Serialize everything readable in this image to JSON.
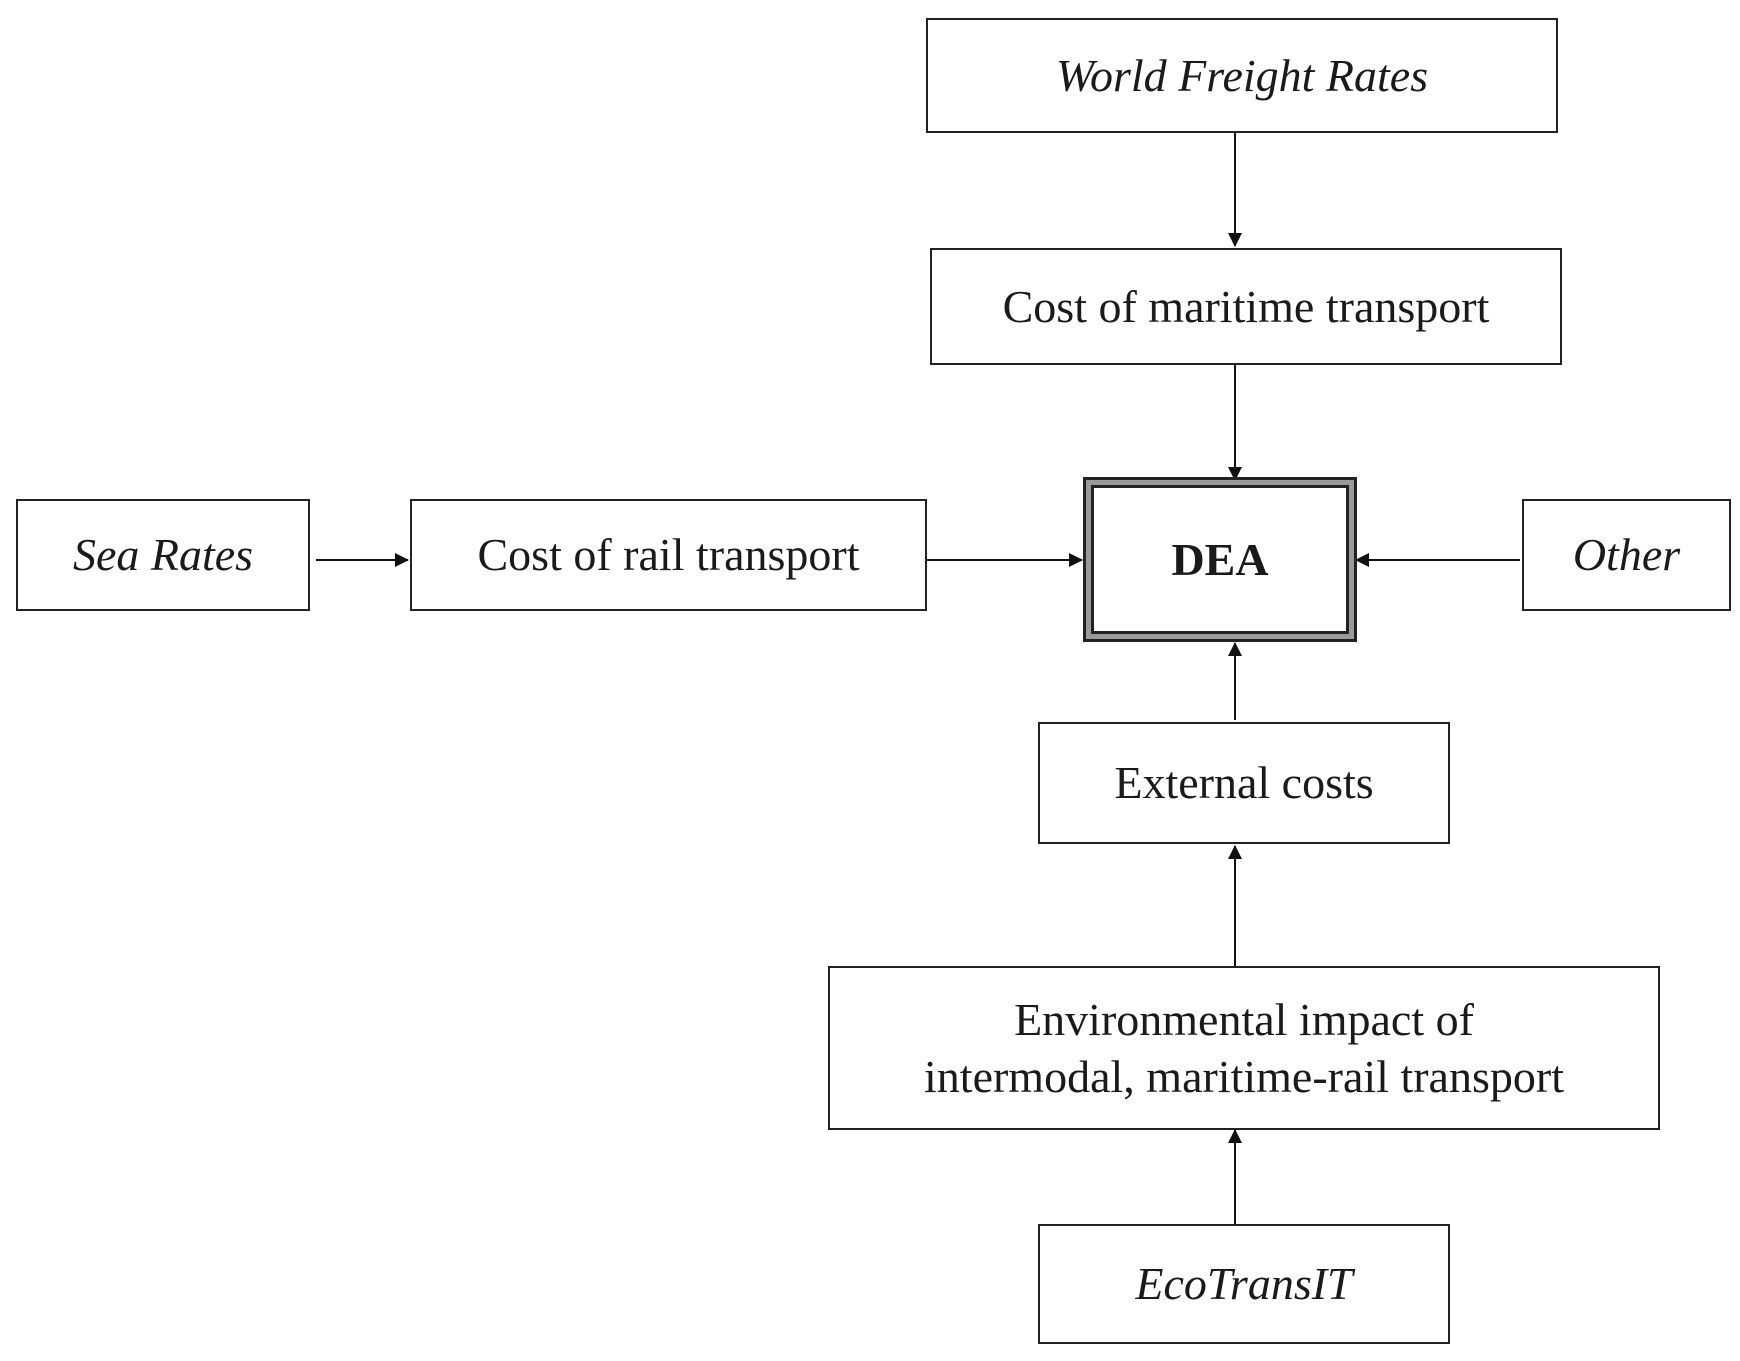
{
  "diagram": {
    "nodes": {
      "world_freight_rates": "World Freight Rates",
      "cost_maritime": "Cost of maritime transport",
      "sea_rates": "Sea Rates",
      "cost_rail": "Cost of rail transport",
      "dea": "DEA",
      "other": "Other",
      "external_costs": "External costs",
      "env_impact_line1": "Environmental impact of",
      "env_impact_line2": "intermodal, maritime-rail transport",
      "ecotransit": "EcoTransIT"
    },
    "edges": [
      {
        "from": "world_freight_rates",
        "to": "cost_maritime"
      },
      {
        "from": "cost_maritime",
        "to": "dea"
      },
      {
        "from": "sea_rates",
        "to": "cost_rail"
      },
      {
        "from": "cost_rail",
        "to": "dea"
      },
      {
        "from": "other",
        "to": "dea"
      },
      {
        "from": "external_costs",
        "to": "dea"
      },
      {
        "from": "env_impact",
        "to": "external_costs"
      },
      {
        "from": "ecotransit",
        "to": "env_impact"
      }
    ]
  }
}
